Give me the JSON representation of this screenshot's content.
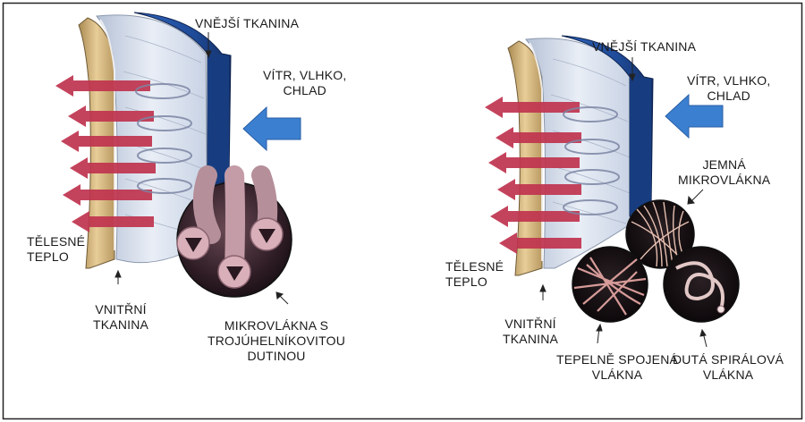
{
  "colors": {
    "outer_fabric": "#1f4c9a",
    "wind_arrow": "#3b7fd0",
    "heat_arrow": "#c0344f",
    "inner_fabric": "#e2c590",
    "insulation": "#d9e2ef",
    "fiber_pink": "#e0b6bf"
  },
  "left": {
    "outer_fabric_label": "VNĚJŠÍ TKANINA",
    "weather_label": [
      "VÍTR, VLHKO,",
      "CHLAD"
    ],
    "body_heat_label": [
      "TĚLESNÉ",
      "TEPLO"
    ],
    "inner_fabric_label": [
      "VNITŘNÍ",
      "TKANINA"
    ],
    "fiber_label": [
      "MIKROVLÁKNA S",
      "TROJÚHELNÍKOVITOU",
      "DUTINOU"
    ]
  },
  "right": {
    "outer_fabric_label": "VNĚJŠÍ TKANINA",
    "weather_label": [
      "VÍTR, VLHKO,",
      "CHLAD"
    ],
    "fine_fiber_label": [
      "JEMNÁ",
      "MIKROVLÁKNA"
    ],
    "body_heat_label": [
      "TĚLESNÉ",
      "TEPLO"
    ],
    "inner_fabric_label": [
      "VNITŘNÍ",
      "TKANINA"
    ],
    "bonded_fiber_label": [
      "TEPELNĚ SPOJENÁ",
      "VLÁKNA"
    ],
    "spiral_fiber_label": [
      "DUTÁ SPIRÁLOVÁ",
      "VLÁKNA"
    ]
  }
}
